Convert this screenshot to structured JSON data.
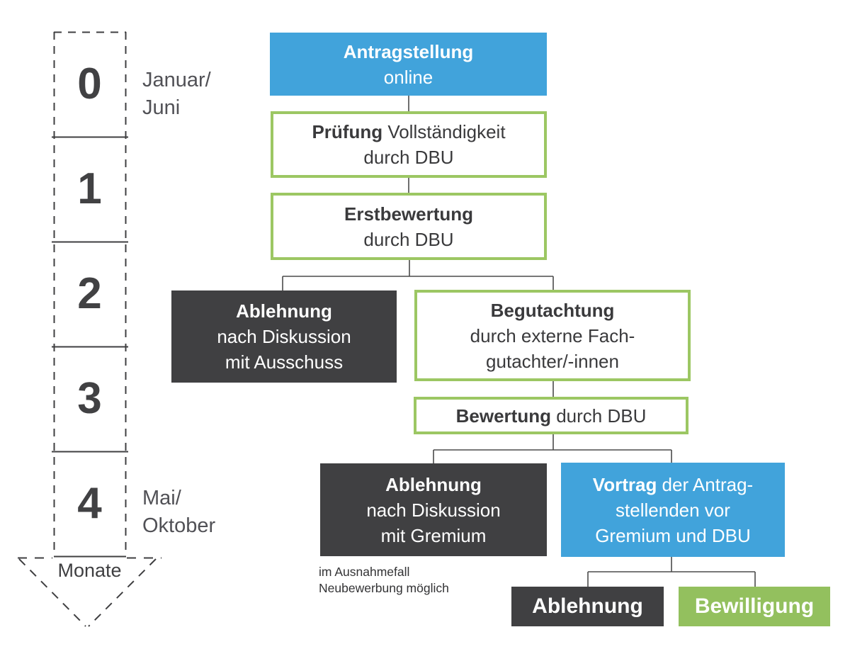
{
  "colors": {
    "blue": "#41a3db",
    "green_fill": "#93c05e",
    "green_border": "#9cc763",
    "dark_box": "#404042",
    "connector_line": "#4b4b4b",
    "timeline_line": "#3f3f41",
    "text_dark": "#3a3a3c",
    "text_gray": "#515156"
  },
  "timeline": {
    "numbers": [
      "0",
      "1",
      "2",
      "3",
      "4"
    ],
    "label_start": {
      "lines": [
        "Januar/",
        "Juni"
      ]
    },
    "label_end": {
      "lines": [
        "Mai/",
        "Oktober"
      ]
    },
    "months_label": "Monate"
  },
  "flow": {
    "antragstellung": {
      "lines": [
        [
          {
            "t": "Antragstellung",
            "b": true
          }
        ],
        [
          {
            "t": "online"
          }
        ]
      ]
    },
    "pruefung": {
      "lines": [
        [
          {
            "t": "Prüfung",
            "b": true
          },
          {
            "t": " Vollständigkeit"
          }
        ],
        [
          {
            "t": "durch DBU"
          }
        ]
      ]
    },
    "erstbewertung": {
      "lines": [
        [
          {
            "t": "Erstbewertung",
            "b": true
          }
        ],
        [
          {
            "t": "durch DBU"
          }
        ]
      ]
    },
    "ablehnung_ausschuss": {
      "lines": [
        [
          {
            "t": "Ablehnung",
            "b": true
          }
        ],
        [
          {
            "t": "nach Diskussion"
          }
        ],
        [
          {
            "t": "mit Ausschuss"
          }
        ]
      ]
    },
    "begutachtung": {
      "lines": [
        [
          {
            "t": "Begutachtung",
            "b": true
          }
        ],
        [
          {
            "t": "durch externe Fach-"
          }
        ],
        [
          {
            "t": "gutachter/-innen"
          }
        ]
      ]
    },
    "bewertung": {
      "lines": [
        [
          {
            "t": "Bewertung",
            "b": true
          },
          {
            "t": " durch DBU"
          }
        ]
      ]
    },
    "ablehnung_gremium": {
      "lines": [
        [
          {
            "t": "Ablehnung",
            "b": true
          }
        ],
        [
          {
            "t": "nach Diskussion"
          }
        ],
        [
          {
            "t": "mit Gremium"
          }
        ]
      ]
    },
    "vortrag": {
      "lines": [
        [
          {
            "t": "Vortrag",
            "b": true
          },
          {
            "t": " der Antrag-"
          }
        ],
        [
          {
            "t": "stellenden vor"
          }
        ],
        [
          {
            "t": "Gremium und DBU"
          }
        ]
      ]
    },
    "ablehnung_final": {
      "lines": [
        [
          {
            "t": "Ablehnung",
            "b": true
          }
        ]
      ]
    },
    "bewilligung": {
      "lines": [
        [
          {
            "t": "Bewilligung",
            "b": true
          }
        ]
      ]
    },
    "note": {
      "lines": [
        "im Ausnahmefall",
        "Neubewerbung möglich"
      ]
    }
  }
}
